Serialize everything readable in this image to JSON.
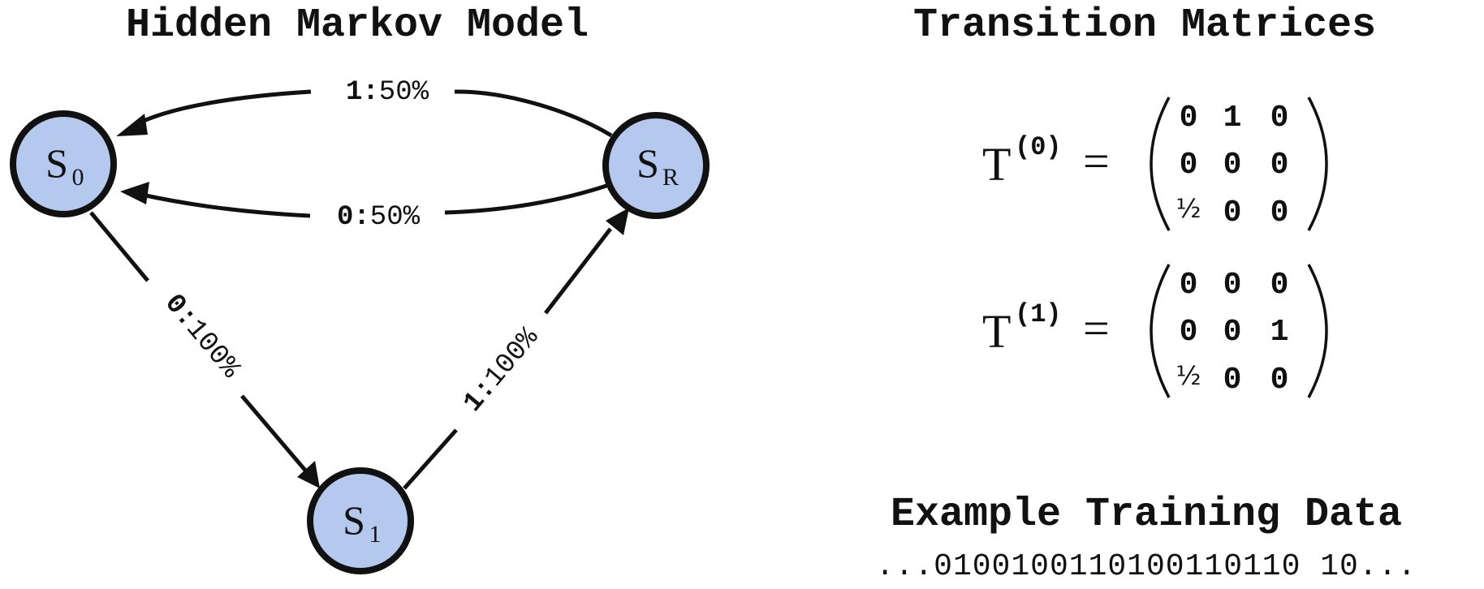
{
  "hmm": {
    "title": "Hidden Markov Model",
    "nodes": {
      "s0": {
        "letter": "S",
        "sub": "0"
      },
      "sr": {
        "letter": "S",
        "sub": "R"
      },
      "s1": {
        "letter": "S",
        "sub": "1"
      }
    },
    "edges": {
      "sr_to_s0_upper": {
        "symbol": "1:",
        "prob": "50%"
      },
      "sr_to_s0_lower": {
        "symbol": "0:",
        "prob": "50%"
      },
      "s0_to_s1": {
        "symbol": "0:",
        "prob": "100%"
      },
      "s1_to_sr": {
        "symbol": "1:",
        "prob": "100%"
      }
    },
    "node_fill": "#b5c8ee"
  },
  "matrices": {
    "title": "Transition Matrices",
    "T0": {
      "letter": "T",
      "sup": "(0)",
      "eq": "=",
      "rows": [
        [
          "0",
          "1",
          "0"
        ],
        [
          "0",
          "0",
          "0"
        ],
        [
          "½",
          "0",
          "0"
        ]
      ]
    },
    "T1": {
      "letter": "T",
      "sup": "(1)",
      "eq": "=",
      "rows": [
        [
          "0",
          "0",
          "0"
        ],
        [
          "0",
          "0",
          "1"
        ],
        [
          "½",
          "0",
          "0"
        ]
      ]
    }
  },
  "training": {
    "title": "Example Training Data",
    "sequence": "...0100100110100110110 10..."
  }
}
